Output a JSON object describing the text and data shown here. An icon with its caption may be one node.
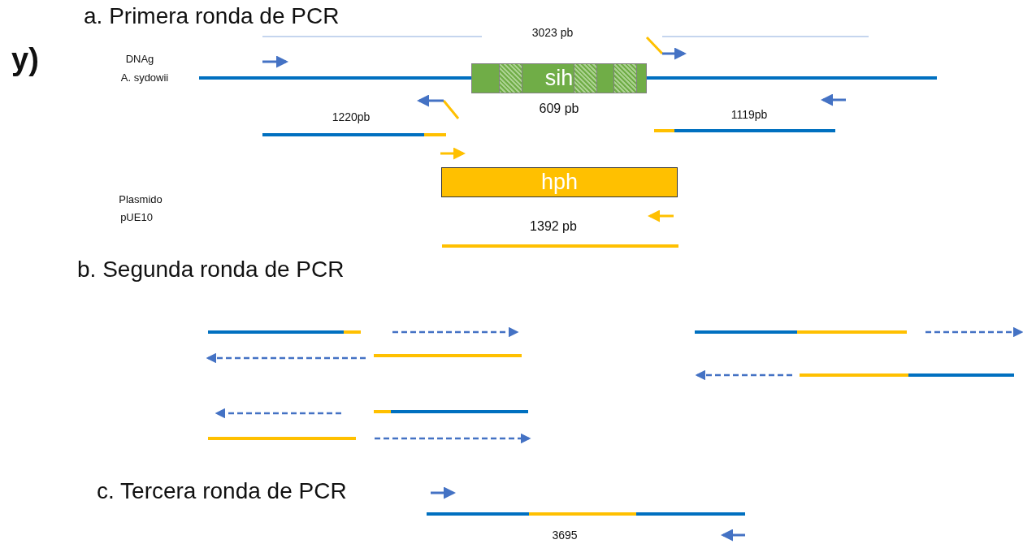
{
  "diagram": {
    "nodes": [
      {
        "text": [
          "sih"
        ],
        "beside": [
          "609 pb"
        ]
      },
      {
        "text": [
          "hph"
        ]
      }
    ],
    "labels": [
      "y)",
      "a. Primera ronda de PCR",
      "3023 pb",
      "DNAg",
      "A. sydowii",
      "1220pb",
      "1119pb",
      "Plasmido",
      "pUE10",
      "1392 pb",
      "b. Segunda ronda de PCR",
      "c. Tercera ronda de PCR",
      "3695"
    ]
  }
}
